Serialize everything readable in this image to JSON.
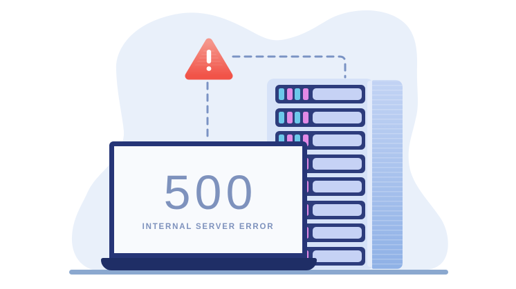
{
  "error": {
    "code": "500",
    "message": "INTERNAL SERVER ERROR"
  },
  "icons": {
    "warning": "alert-triangle-icon",
    "warning_glyph": "!"
  },
  "server": {
    "slots": [
      {
        "indicators": [
          "cyan",
          "pink",
          "cyan",
          "pink"
        ]
      },
      {
        "indicators": [
          "cyan",
          "pink",
          "cyan",
          "pink"
        ]
      },
      {
        "indicators": [
          "cyan",
          "pink",
          "cyan",
          "pink"
        ]
      },
      {
        "indicators": [
          "cyan",
          "pink",
          "cyan",
          "pink"
        ]
      },
      {
        "indicators": [
          "cyan",
          "pink",
          "cyan",
          "pink"
        ]
      },
      {
        "indicators": [
          "cyan",
          "pink",
          "cyan",
          "pink"
        ]
      },
      {
        "indicators": [
          "cyan",
          "pink",
          "cyan",
          "pink"
        ]
      },
      {
        "indicators": [
          "cyan",
          "pink",
          "cyan",
          "pink"
        ]
      }
    ]
  },
  "colors": {
    "background": "#ffffff",
    "blob": "#e9f0fa",
    "navy": "#263577",
    "navy_dark": "#1f2e66",
    "slot_navy": "#2d3c7c",
    "server_body": "#d6e2f8",
    "server_side_top": "#c2d3f4",
    "server_side_bottom": "#8fb1e6",
    "slot_bar": "#c6d2f5",
    "indicator_cyan": "#6cc8ea",
    "indicator_pink": "#e289e5",
    "alert_top": "#f5968b",
    "alert_bottom": "#f15348",
    "dash": "#7a93c4",
    "ground": "#8ba8cf",
    "screen_text": "#7e92bd",
    "screen_bg": "#f8fafd"
  }
}
